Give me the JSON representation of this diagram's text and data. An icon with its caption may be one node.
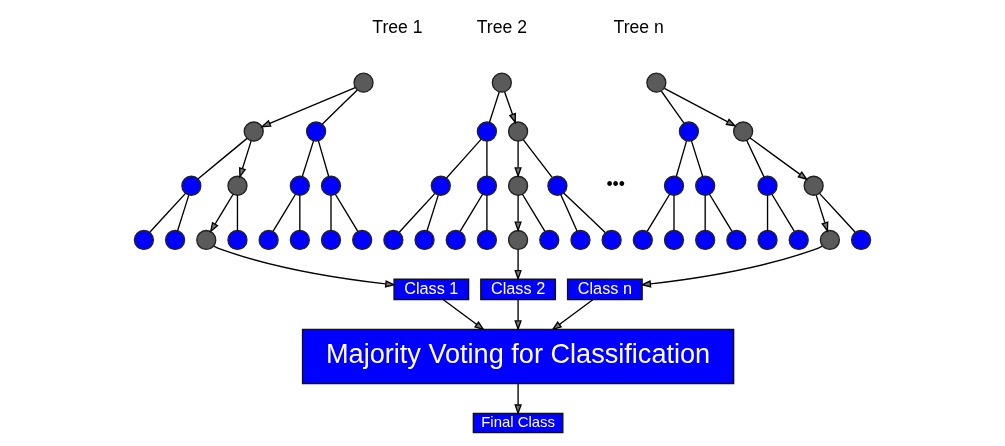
{
  "diagram": {
    "nodes": [
      {
        "text": [],
        "shape": "circle"
      },
      {
        "text": [],
        "shape": "circle"
      },
      {
        "text": [],
        "shape": "circle"
      },
      {
        "text": [],
        "shape": "circle"
      },
      {
        "text": [],
        "shape": "circle"
      },
      {
        "text": [],
        "shape": "circle"
      },
      {
        "text": [],
        "shape": "circle"
      },
      {
        "text": [],
        "shape": "circle"
      },
      {
        "text": [],
        "shape": "circle"
      },
      {
        "text": [],
        "shape": "circle"
      },
      {
        "text": [],
        "shape": "circle"
      },
      {
        "text": [],
        "shape": "circle"
      },
      {
        "text": [],
        "shape": "circle"
      },
      {
        "text": [],
        "shape": "circle"
      },
      {
        "text": [],
        "shape": "circle"
      },
      {
        "text": [],
        "shape": "circle"
      },
      {
        "text": [],
        "shape": "circle"
      },
      {
        "text": [],
        "shape": "circle"
      },
      {
        "text": [],
        "shape": "circle"
      },
      {
        "text": [],
        "shape": "circle"
      },
      {
        "text": [],
        "shape": "circle"
      },
      {
        "text": [],
        "shape": "circle"
      },
      {
        "text": [],
        "shape": "circle"
      },
      {
        "text": [],
        "shape": "circle"
      },
      {
        "text": [],
        "shape": "circle"
      },
      {
        "text": [],
        "shape": "circle"
      },
      {
        "text": [],
        "shape": "circle"
      },
      {
        "text": [],
        "shape": "circle"
      },
      {
        "text": [],
        "shape": "circle"
      },
      {
        "text": [],
        "shape": "circle"
      },
      {
        "text": [],
        "shape": "circle"
      },
      {
        "text": [],
        "shape": "circle"
      },
      {
        "text": [],
        "shape": "circle"
      },
      {
        "text": [],
        "shape": "circle"
      },
      {
        "text": [],
        "shape": "circle"
      },
      {
        "text": [],
        "shape": "circle"
      },
      {
        "text": [],
        "shape": "circle"
      },
      {
        "text": [],
        "shape": "circle"
      },
      {
        "text": [],
        "shape": "circle"
      },
      {
        "text": [],
        "shape": "circle"
      },
      {
        "text": [],
        "shape": "circle"
      },
      {
        "text": [],
        "shape": "circle"
      },
      {
        "text": [],
        "shape": "circle"
      },
      {
        "text": [],
        "shape": "circle"
      },
      {
        "text": [],
        "shape": "circle"
      },
      {
        "text": [
          "Class 1"
        ]
      },
      {
        "text": [
          "Class 2"
        ]
      },
      {
        "text": [
          "Class n"
        ]
      },
      {
        "text": [
          "Majority Voting for Classification"
        ]
      },
      {
        "text": [
          "Final Class"
        ]
      }
    ],
    "edges": [
      {
        "from": 0,
        "to": 1,
        "arrow": "to"
      },
      {
        "from": 0,
        "to": 2,
        "arrow": "none"
      },
      {
        "from": 1,
        "to": 3,
        "arrow": "none"
      },
      {
        "from": 1,
        "to": 4,
        "arrow": "to"
      },
      {
        "from": 2,
        "to": 5,
        "arrow": "none"
      },
      {
        "from": 2,
        "to": 6,
        "arrow": "none"
      },
      {
        "from": 3,
        "to": 7,
        "arrow": "none"
      },
      {
        "from": 3,
        "to": 8,
        "arrow": "none"
      },
      {
        "from": 4,
        "to": 9,
        "arrow": "to"
      },
      {
        "from": 4,
        "to": 10,
        "arrow": "none"
      },
      {
        "from": 5,
        "to": 11,
        "arrow": "none"
      },
      {
        "from": 5,
        "to": 12,
        "arrow": "none"
      },
      {
        "from": 6,
        "to": 13,
        "arrow": "none"
      },
      {
        "from": 6,
        "to": 14,
        "arrow": "none"
      },
      {
        "from": 15,
        "to": 16,
        "arrow": "none"
      },
      {
        "from": 15,
        "to": 17,
        "arrow": "to"
      },
      {
        "from": 16,
        "to": 18,
        "arrow": "none"
      },
      {
        "from": 16,
        "to": 19,
        "arrow": "none"
      },
      {
        "from": 17,
        "to": 20,
        "arrow": "to"
      },
      {
        "from": 17,
        "to": 21,
        "arrow": "none"
      },
      {
        "from": 18,
        "to": 22,
        "arrow": "none"
      },
      {
        "from": 18,
        "to": 23,
        "arrow": "none"
      },
      {
        "from": 19,
        "to": 24,
        "arrow": "none"
      },
      {
        "from": 19,
        "to": 25,
        "arrow": "none"
      },
      {
        "from": 20,
        "to": 26,
        "arrow": "to"
      },
      {
        "from": 20,
        "to": 27,
        "arrow": "none"
      },
      {
        "from": 21,
        "to": 28,
        "arrow": "none"
      },
      {
        "from": 21,
        "to": 29,
        "arrow": "none"
      },
      {
        "from": 30,
        "to": 31,
        "arrow": "none"
      },
      {
        "from": 30,
        "to": 32,
        "arrow": "to"
      },
      {
        "from": 31,
        "to": 33,
        "arrow": "none"
      },
      {
        "from": 31,
        "to": 34,
        "arrow": "none"
      },
      {
        "from": 32,
        "to": 35,
        "arrow": "none"
      },
      {
        "from": 32,
        "to": 36,
        "arrow": "to"
      },
      {
        "from": 33,
        "to": 37,
        "arrow": "none"
      },
      {
        "from": 33,
        "to": 38,
        "arrow": "none"
      },
      {
        "from": 34,
        "to": 39,
        "arrow": "none"
      },
      {
        "from": 34,
        "to": 40,
        "arrow": "none"
      },
      {
        "from": 35,
        "to": 41,
        "arrow": "none"
      },
      {
        "from": 35,
        "to": 42,
        "arrow": "none"
      },
      {
        "from": 36,
        "to": 43,
        "arrow": "to"
      },
      {
        "from": 36,
        "to": 44,
        "arrow": "none"
      },
      {
        "from": 9,
        "to": 45,
        "arrow": "to"
      },
      {
        "from": 26,
        "to": 46,
        "arrow": "to"
      },
      {
        "from": 43,
        "to": 47,
        "arrow": "to"
      },
      {
        "from": 45,
        "to": 48,
        "arrow": "to"
      },
      {
        "from": 46,
        "to": 48,
        "arrow": "to"
      },
      {
        "from": 47,
        "to": 48,
        "arrow": "to"
      },
      {
        "from": 48,
        "to": 49,
        "arrow": "to"
      }
    ],
    "labels": [
      "Tree 1",
      "Tree 2",
      "•••",
      "Tree n"
    ]
  }
}
